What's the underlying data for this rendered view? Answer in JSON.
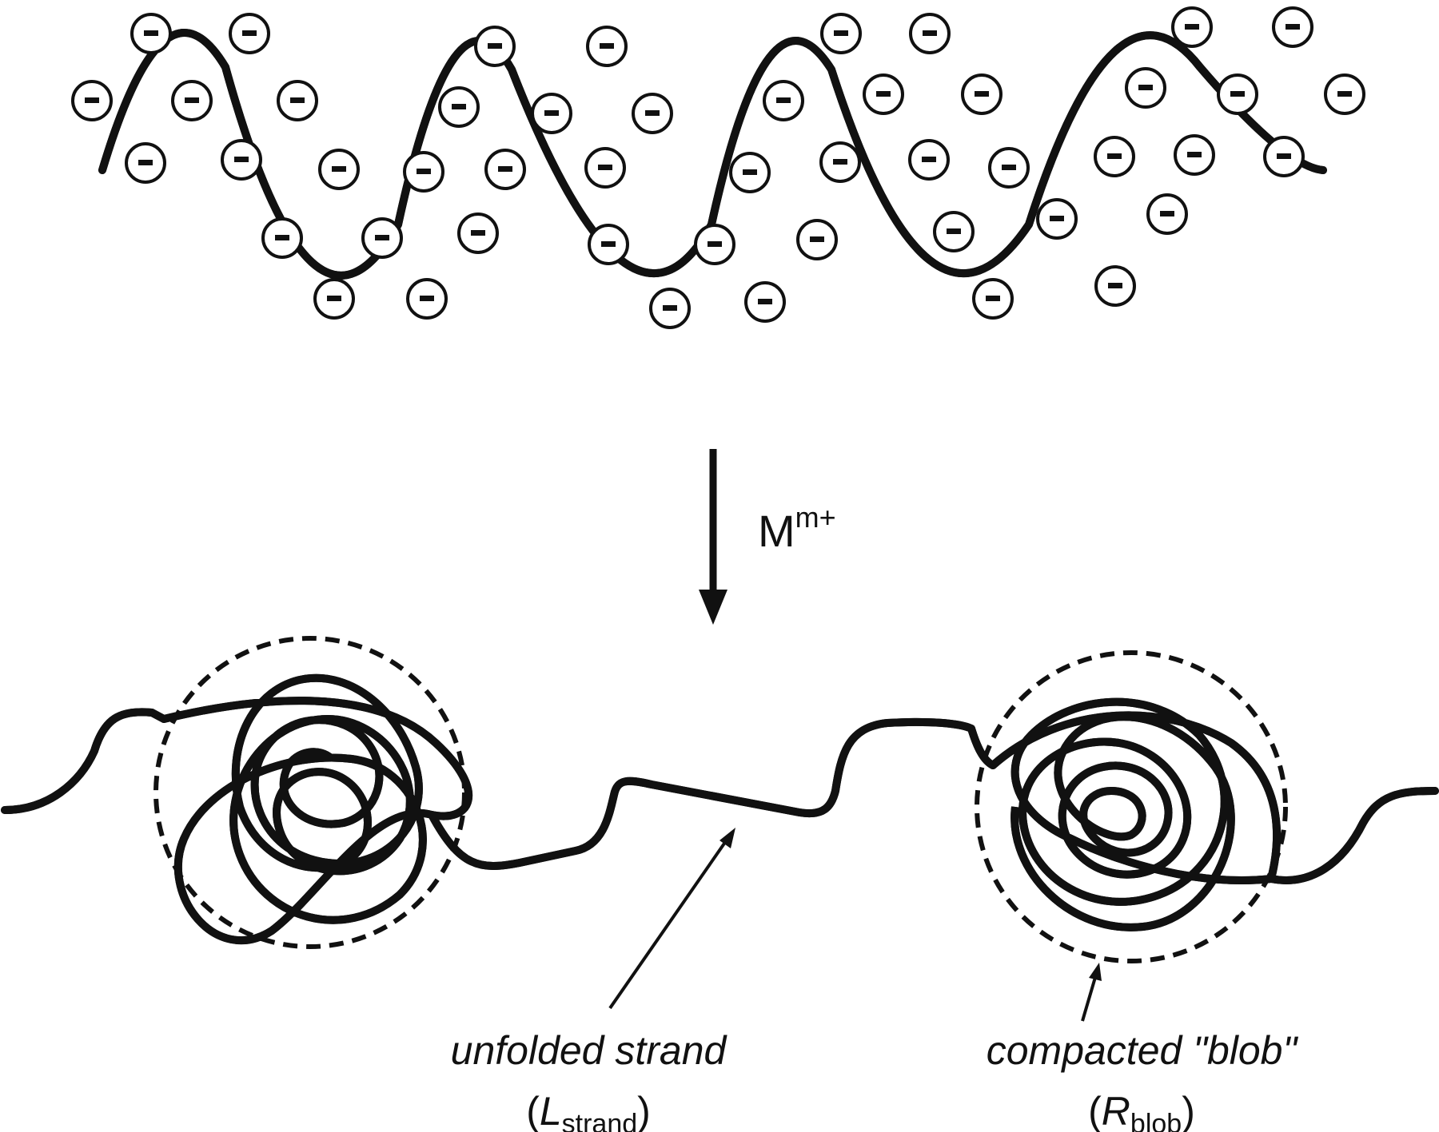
{
  "diagram": {
    "ion_sign": "−",
    "arrow_label": {
      "base": "M",
      "superscript": "m+"
    },
    "strand_label": {
      "text": "unfolded strand",
      "paren_open": "(",
      "symbol": "L",
      "subscript": "strand",
      "paren_close": ")"
    },
    "blob_label": {
      "text": "compacted \"blob\"",
      "paren_open": "(",
      "symbol": "R",
      "subscript": "blob",
      "paren_close": ")"
    },
    "colors": {
      "ink": "#111111",
      "background": "#ffffff"
    }
  }
}
